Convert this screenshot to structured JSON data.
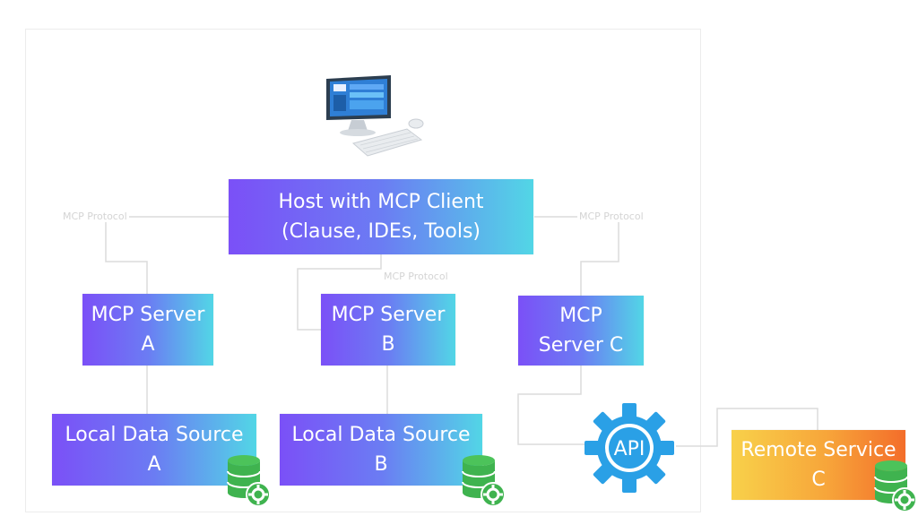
{
  "nodes": {
    "host": "Host with MCP Client (Clause, IDEs, Tools)",
    "server_a": "MCP Server A",
    "server_b": "MCP Server B",
    "server_c": "MCP Server C",
    "local_a": "Local Data Source A",
    "local_b": "Local Data Source B",
    "remote_c": "Remote Service C"
  },
  "edges": {
    "host_to_a": "MCP Protocol",
    "host_to_b": "MCP Protocol",
    "host_to_c": "MCP Protocol"
  },
  "api_label": "API",
  "icons": {
    "computer": "desktop-computer-icon",
    "database": "database-gear-icon",
    "api": "gear-icon"
  },
  "colors": {
    "gradient_start": "#7b50f7",
    "gradient_end": "#52d6e6",
    "remote_start": "#f8d14a",
    "remote_end": "#f36d2a",
    "db_green": "#3fb34f",
    "api_blue": "#2aa0e6"
  }
}
